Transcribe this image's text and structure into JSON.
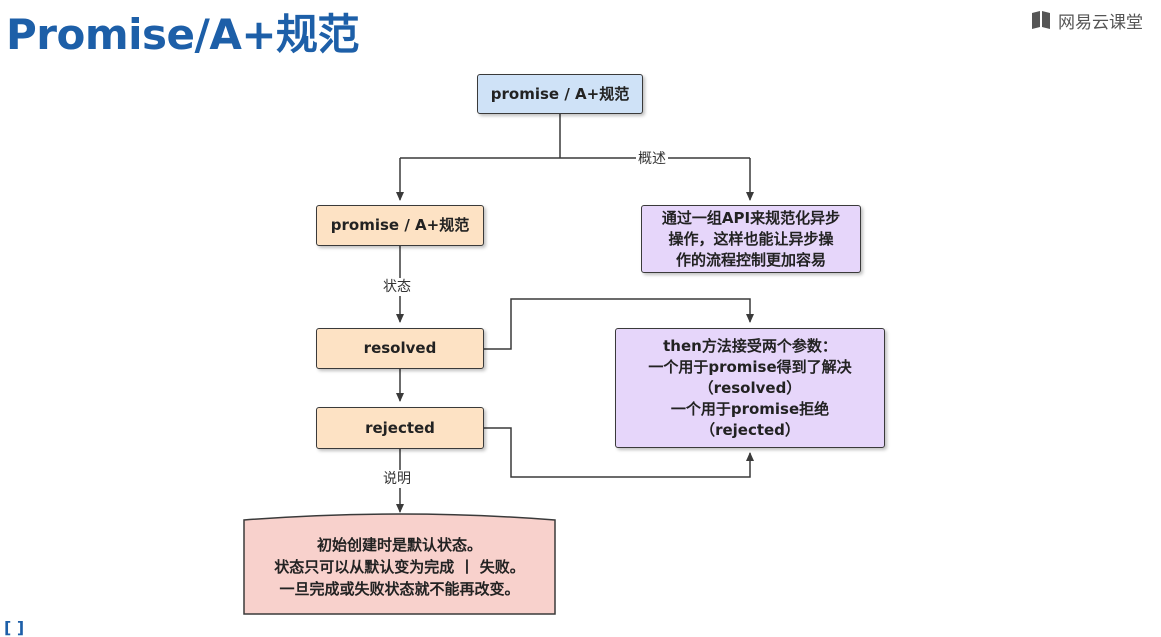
{
  "page": {
    "title": "Promise/A+规范"
  },
  "brand": {
    "name": "网易云课堂",
    "icon": "book-icon"
  },
  "diagram": {
    "root": {
      "text": "promise / A+规范"
    },
    "left_node": {
      "text": "promise / A+规范"
    },
    "overview_note": {
      "text": "通过一组API来规范化异步\n操作，这样也能让异步操\n作的流程控制更加容易"
    },
    "resolved": {
      "text": "resolved"
    },
    "rejected": {
      "text": "rejected"
    },
    "then_note": {
      "text": "then方法接受两个参数：\n一个用于promise得到了解决\n（resolved）\n一个用于promise拒绝\n（rejected）"
    },
    "state_note": {
      "text": "初始创建时是默认状态。\n状态只可以从默认变为完成 丨 失败。\n一旦完成或失败状态就不能再改变。"
    },
    "edge_labels": {
      "overview": "概述",
      "state": "状态",
      "explain": "说明"
    }
  },
  "footer": {
    "partial_text": "[ ]"
  },
  "colors": {
    "title": "#1d5fa8",
    "root_fill": "#cfe2f7",
    "state_fill": "#fde2c4",
    "note_fill": "#e6d6fa",
    "warning_fill": "#f8d1cc"
  }
}
